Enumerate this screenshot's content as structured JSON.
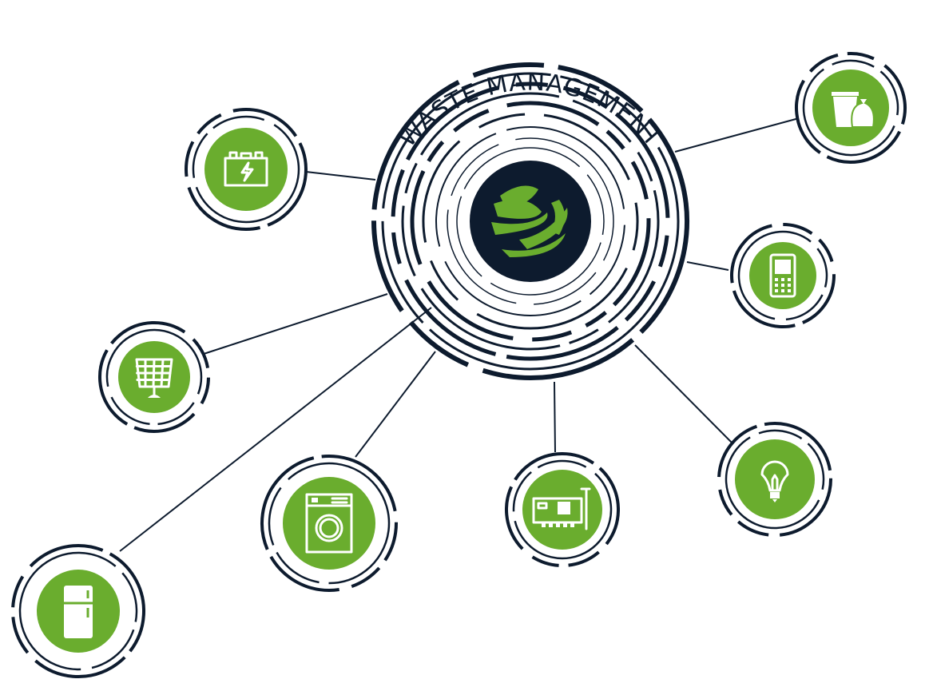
{
  "title": "WASTE MANAGEMENT",
  "colors": {
    "navy": "#0d1b2e",
    "green": "#6aad2e",
    "white": "#ffffff"
  },
  "center": {
    "icon": "green-globe-icon"
  },
  "nodes": [
    {
      "id": "battery",
      "icon": "car-battery-icon"
    },
    {
      "id": "trash",
      "icon": "trash-can-and-bag-icon"
    },
    {
      "id": "phone",
      "icon": "mobile-phone-icon"
    },
    {
      "id": "solar",
      "icon": "solar-panel-icon"
    },
    {
      "id": "washer",
      "icon": "washing-machine-icon"
    },
    {
      "id": "circuit",
      "icon": "circuit-board-icon"
    },
    {
      "id": "bulb",
      "icon": "light-bulb-icon"
    },
    {
      "id": "fridge",
      "icon": "refrigerator-icon"
    }
  ]
}
